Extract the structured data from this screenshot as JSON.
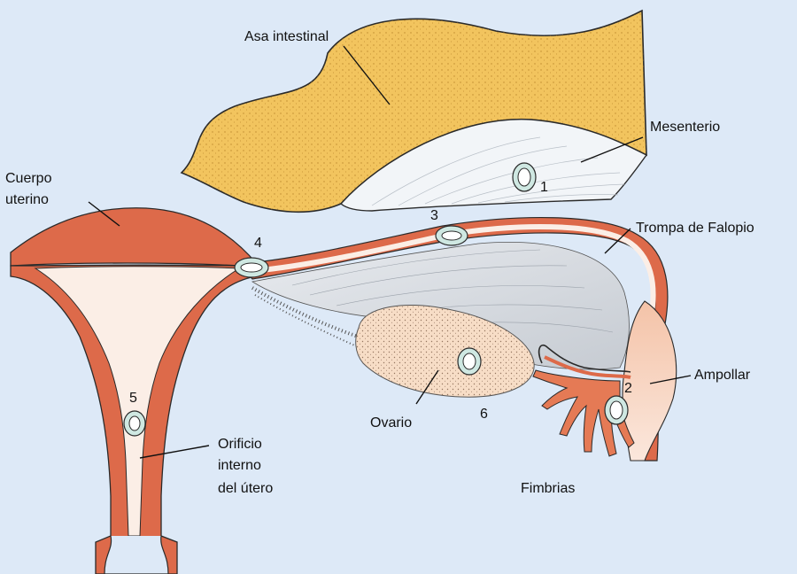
{
  "colors": {
    "background": "#dde9f7",
    "uterus_wall": "#dd6a4a",
    "uterus_lumen": "#fbeee6",
    "intestine": "#f2c45e",
    "mesentery": "#f0f3f7",
    "ovary": "#f6dcc4",
    "tube_mesentery": "#d7dbe0",
    "embryo": "#6fbfb0"
  },
  "labels": {
    "asa_intestinal": "Asa intestinal",
    "mesenterio": "Mesenterio",
    "cuerpo_uterino_1": "Cuerpo",
    "cuerpo_uterino_2": "uterino",
    "trompa": "Trompa de Falopio",
    "ampollar": "Ampollar",
    "ovario": "Ovario",
    "fimbrias": "Fimbrias",
    "orificio_1": "Orificio",
    "orificio_2": "interno",
    "orificio_3": "del útero"
  },
  "sites": {
    "s1": "1",
    "s2": "2",
    "s3": "3",
    "s4": "4",
    "s5": "5",
    "s6": "6"
  }
}
